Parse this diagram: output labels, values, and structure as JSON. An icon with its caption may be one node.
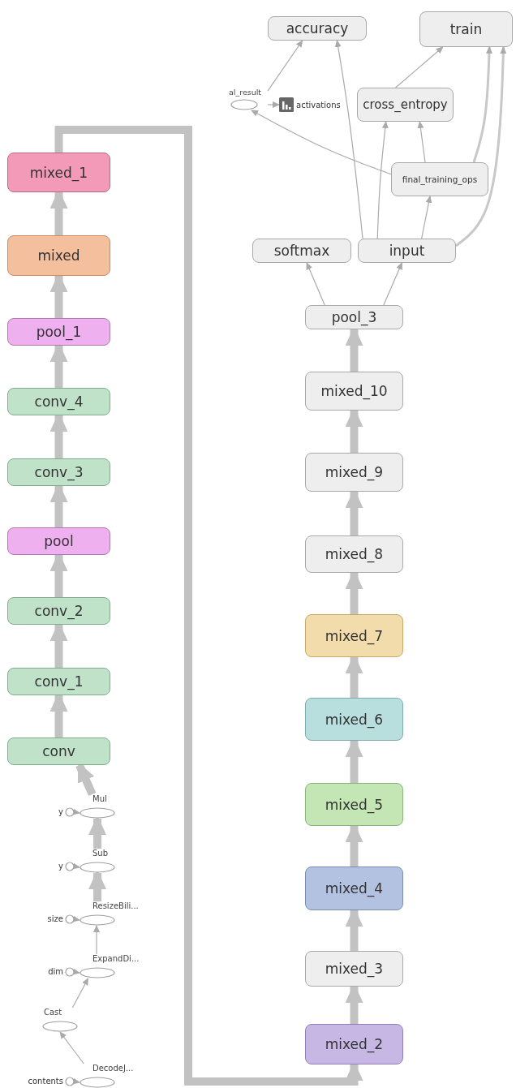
{
  "diagram": {
    "nodes": [
      {
        "text": [
          "accuracy"
        ]
      },
      {
        "text": [
          "train"
        ]
      },
      {
        "text": [
          "al_result"
        ]
      },
      {
        "text": [
          "activations"
        ]
      },
      {
        "text": [
          "cross_entropy"
        ]
      },
      {
        "text": [
          "final_training_ops"
        ]
      },
      {
        "text": [
          "softmax"
        ]
      },
      {
        "text": [
          "input"
        ]
      },
      {
        "text": [
          "pool_3"
        ]
      },
      {
        "text": [
          "mixed_10"
        ]
      },
      {
        "text": [
          "mixed_9"
        ]
      },
      {
        "text": [
          "mixed_8"
        ]
      },
      {
        "text": [
          "mixed_7"
        ]
      },
      {
        "text": [
          "mixed_6"
        ]
      },
      {
        "text": [
          "mixed_5"
        ]
      },
      {
        "text": [
          "mixed_4"
        ]
      },
      {
        "text": [
          "mixed_3"
        ]
      },
      {
        "text": [
          "mixed_2"
        ]
      },
      {
        "text": [
          "mixed_1"
        ]
      },
      {
        "text": [
          "mixed"
        ]
      },
      {
        "text": [
          "pool_1"
        ]
      },
      {
        "text": [
          "conv_4"
        ]
      },
      {
        "text": [
          "conv_3"
        ]
      },
      {
        "text": [
          "pool"
        ]
      },
      {
        "text": [
          "conv_2"
        ]
      },
      {
        "text": [
          "conv_1"
        ]
      },
      {
        "text": [
          "conv"
        ]
      },
      {
        "text": [
          "Mul"
        ]
      },
      {
        "text": [
          "y"
        ]
      },
      {
        "text": [
          "Sub"
        ]
      },
      {
        "text": [
          "y"
        ]
      },
      {
        "text": [
          "ResizeBili..."
        ]
      },
      {
        "text": [
          "size"
        ]
      },
      {
        "text": [
          "ExpandDi..."
        ]
      },
      {
        "text": [
          "dim"
        ]
      },
      {
        "text": [
          "Cast"
        ]
      },
      {
        "text": [
          "DecodeJ..."
        ]
      },
      {
        "text": [
          "contents"
        ]
      }
    ],
    "edges": [
      {
        "from": 2,
        "to": 0,
        "arrow": "to"
      },
      {
        "from": 2,
        "to": 3,
        "arrow": "to"
      },
      {
        "from": 5,
        "to": 2,
        "arrow": "to"
      },
      {
        "from": 7,
        "to": 0,
        "arrow": "to"
      },
      {
        "from": 7,
        "to": 4,
        "arrow": "to"
      },
      {
        "from": 7,
        "to": 5,
        "arrow": "to"
      },
      {
        "from": 5,
        "to": 4,
        "arrow": "to"
      },
      {
        "from": 4,
        "to": 1,
        "arrow": "to"
      },
      {
        "from": 5,
        "to": 1,
        "arrow": "to"
      },
      {
        "from": 7,
        "to": 1,
        "arrow": "to"
      },
      {
        "from": 8,
        "to": 6,
        "arrow": "to"
      },
      {
        "from": 8,
        "to": 7,
        "arrow": "to"
      },
      {
        "from": 9,
        "to": 8,
        "arrow": "to"
      },
      {
        "from": 10,
        "to": 9,
        "arrow": "to"
      },
      {
        "from": 11,
        "to": 10,
        "arrow": "to"
      },
      {
        "from": 12,
        "to": 11,
        "arrow": "to"
      },
      {
        "from": 13,
        "to": 12,
        "arrow": "to"
      },
      {
        "from": 14,
        "to": 13,
        "arrow": "to"
      },
      {
        "from": 15,
        "to": 14,
        "arrow": "to"
      },
      {
        "from": 16,
        "to": 15,
        "arrow": "to"
      },
      {
        "from": 17,
        "to": 16,
        "arrow": "to"
      },
      {
        "from": 18,
        "to": 17,
        "arrow": "to"
      },
      {
        "from": 19,
        "to": 18,
        "arrow": "to"
      },
      {
        "from": 20,
        "to": 19,
        "arrow": "to"
      },
      {
        "from": 21,
        "to": 20,
        "arrow": "to"
      },
      {
        "from": 22,
        "to": 21,
        "arrow": "to"
      },
      {
        "from": 23,
        "to": 22,
        "arrow": "to"
      },
      {
        "from": 24,
        "to": 23,
        "arrow": "to"
      },
      {
        "from": 25,
        "to": 24,
        "arrow": "to"
      },
      {
        "from": 26,
        "to": 25,
        "arrow": "to"
      },
      {
        "from": 27,
        "to": 26,
        "arrow": "to"
      },
      {
        "from": 28,
        "to": 27,
        "arrow": "to"
      },
      {
        "from": 29,
        "to": 27,
        "arrow": "to"
      },
      {
        "from": 30,
        "to": 29,
        "arrow": "to"
      },
      {
        "from": 31,
        "to": 29,
        "arrow": "to"
      },
      {
        "from": 32,
        "to": 31,
        "arrow": "to"
      },
      {
        "from": 33,
        "to": 31,
        "arrow": "to"
      },
      {
        "from": 34,
        "to": 33,
        "arrow": "to"
      },
      {
        "from": 35,
        "to": 33,
        "arrow": "to"
      },
      {
        "from": 36,
        "to": 35,
        "arrow": "to"
      },
      {
        "from": 37,
        "to": 36,
        "arrow": "to"
      }
    ]
  }
}
